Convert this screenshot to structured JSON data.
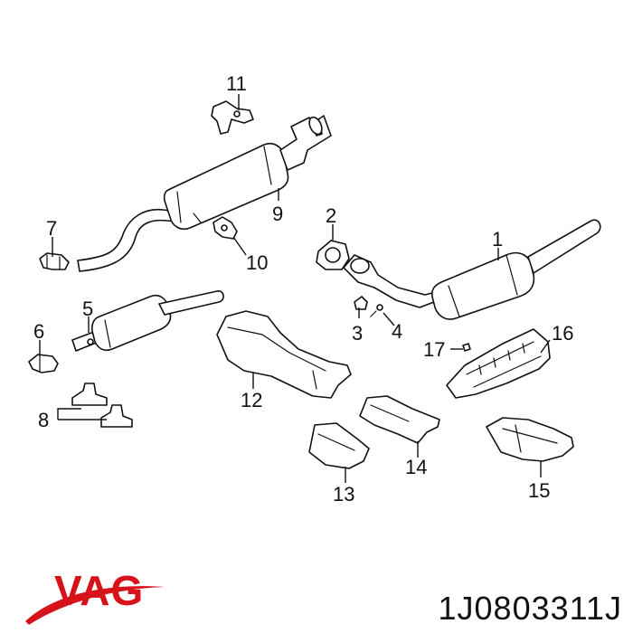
{
  "callouts": {
    "c1": "1",
    "c2": "2",
    "c3": "3",
    "c4": "4",
    "c5": "5",
    "c6": "6",
    "c7": "7",
    "c8": "8",
    "c9": "9",
    "c10": "10",
    "c11": "11",
    "c12": "12",
    "c13": "13",
    "c14": "14",
    "c15": "15",
    "c16": "16",
    "c17": "17"
  },
  "brand": {
    "name": "VAG",
    "color": "#d6121b"
  },
  "part_number": "1J0803311J"
}
